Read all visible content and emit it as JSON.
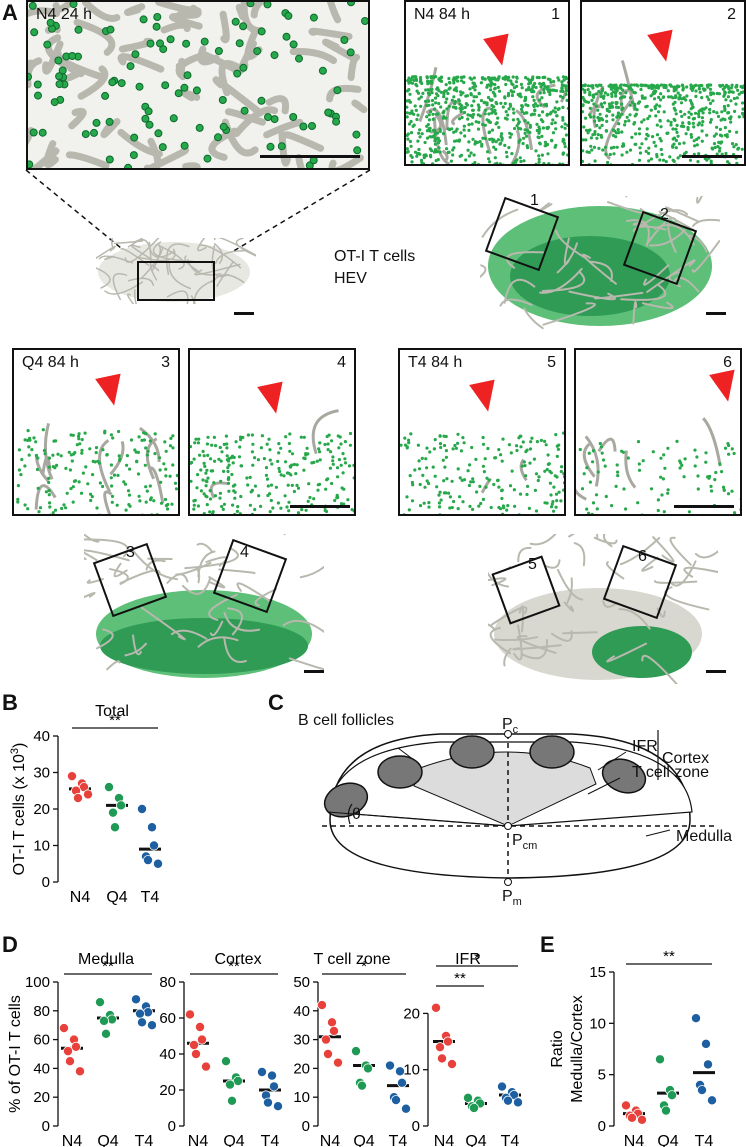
{
  "panels": {
    "A": "A",
    "B": "B",
    "C": "C",
    "D": "D",
    "E": "E"
  },
  "panelA": {
    "n4_24h": "N4 24 h",
    "n4_84h": "N4 84 h",
    "q4_84h": "Q4 84 h",
    "t4_84h": "T4 84 h",
    "legend_ot1": "OT-I T cells",
    "legend_hev": "HEV",
    "legend_ot1_color": "#27a84a",
    "legend_hev_color": "#a8a89e",
    "arrow_color": "#ee2222",
    "nums": [
      "1",
      "2",
      "3",
      "4",
      "5",
      "6"
    ]
  },
  "panelC": {
    "b_cell_follicles": "B cell follicles",
    "pc_main": "P",
    "pc_sub": "c",
    "pcm_main": "P",
    "pcm_sub": "cm",
    "pm_main": "P",
    "pm_sub": "m",
    "theta": "θ",
    "ifr": "IFR",
    "t_cell_zone": "T cell zone",
    "cortex": "Cortex",
    "medulla": "Medulla"
  },
  "colors": {
    "N4": "#e8413c",
    "Q4": "#1f9a55",
    "T4": "#1d5fa0"
  },
  "chart_data": [
    {
      "panel": "B",
      "type": "scatter",
      "title": "Total",
      "ylabel_main": "OT-I T cells (x 10",
      "ylabel_sup": "3",
      "ylabel_end": ")",
      "categories": [
        "N4",
        "Q4",
        "T4"
      ],
      "ylim": [
        0,
        40
      ],
      "yticks": [
        "0",
        "10",
        "20",
        "30",
        "40"
      ],
      "series": [
        {
          "name": "N4",
          "values": [
            29,
            27,
            26,
            25,
            23,
            24
          ],
          "mean": 25.5
        },
        {
          "name": "Q4",
          "values": [
            26,
            23,
            21,
            19,
            15
          ],
          "mean": 21
        },
        {
          "name": "T4",
          "values": [
            20,
            15,
            10,
            7,
            6,
            5
          ],
          "mean": 9
        }
      ],
      "significance": [
        {
          "from": "N4",
          "to": "T4",
          "label": "**"
        }
      ]
    },
    {
      "panel": "D",
      "type": "scatter",
      "title": "Medulla",
      "ylabel": "% of OT-I T cells",
      "categories": [
        "N4",
        "Q4",
        "T4"
      ],
      "ylim": [
        0,
        100
      ],
      "yticks": [
        "0",
        "20",
        "40",
        "60",
        "80",
        "100"
      ],
      "series": [
        {
          "name": "N4",
          "values": [
            68,
            60,
            55,
            52,
            45,
            38
          ],
          "mean": 54
        },
        {
          "name": "Q4",
          "values": [
            86,
            77,
            74,
            73,
            64
          ],
          "mean": 75
        },
        {
          "name": "T4",
          "values": [
            88,
            83,
            79,
            78,
            72,
            70
          ],
          "mean": 80
        }
      ],
      "significance": [
        {
          "from": "N4",
          "to": "T4",
          "label": "**"
        }
      ]
    },
    {
      "panel": "D",
      "type": "scatter",
      "title": "Cortex",
      "categories": [
        "N4",
        "Q4",
        "T4"
      ],
      "ylim": [
        0,
        80
      ],
      "yticks": [
        "0",
        "20",
        "40",
        "60",
        "80"
      ],
      "series": [
        {
          "name": "N4",
          "values": [
            62,
            55,
            48,
            45,
            40,
            33
          ],
          "mean": 46
        },
        {
          "name": "Q4",
          "values": [
            36,
            27,
            25,
            23,
            14
          ],
          "mean": 25
        },
        {
          "name": "T4",
          "values": [
            30,
            28,
            22,
            17,
            13,
            11
          ],
          "mean": 20
        }
      ],
      "significance": [
        {
          "from": "N4",
          "to": "T4",
          "label": "**"
        }
      ]
    },
    {
      "panel": "D",
      "type": "scatter",
      "title": "T cell zone",
      "categories": [
        "N4",
        "Q4",
        "T4"
      ],
      "ylim": [
        0,
        50
      ],
      "yticks": [
        "0",
        "10",
        "20",
        "30",
        "40",
        "50"
      ],
      "series": [
        {
          "name": "N4",
          "values": [
            42,
            36,
            33,
            30,
            25,
            22
          ],
          "mean": 31
        },
        {
          "name": "Q4",
          "values": [
            26,
            21,
            20,
            15,
            14
          ],
          "mean": 21
        },
        {
          "name": "T4",
          "values": [
            21,
            19,
            15,
            10,
            9,
            6
          ],
          "mean": 14
        }
      ],
      "significance": [
        {
          "from": "N4",
          "to": "T4",
          "label": "*"
        }
      ]
    },
    {
      "panel": "D",
      "type": "scatter",
      "title": "IFR",
      "categories": [
        "N4",
        "Q4",
        "T4"
      ],
      "ylim": [
        0,
        27
      ],
      "yticks": [
        "0",
        "10",
        "20"
      ],
      "series": [
        {
          "name": "N4",
          "values": [
            21,
            16,
            15,
            14,
            12,
            11
          ],
          "mean": 15
        },
        {
          "name": "Q4",
          "values": [
            5,
            4.5,
            4,
            3.5,
            3.2
          ],
          "mean": 4
        },
        {
          "name": "T4",
          "values": [
            7,
            6,
            5.5,
            5,
            4.5,
            4.2
          ],
          "mean": 5.5
        }
      ],
      "significance": [
        {
          "from": "N4",
          "to": "T4",
          "label": "*"
        },
        {
          "from": "N4",
          "to": "Q4",
          "label": "**"
        }
      ]
    },
    {
      "panel": "E",
      "type": "scatter",
      "ylabel": "Ratio\nMedulla/Cortex",
      "categories": [
        "N4",
        "Q4",
        "T4"
      ],
      "ylim": [
        0,
        15
      ],
      "yticks": [
        "0",
        "5",
        "10",
        "15"
      ],
      "series": [
        {
          "name": "N4",
          "values": [
            2,
            1.5,
            1.2,
            1.0,
            0.8,
            0.6
          ],
          "mean": 1.2
        },
        {
          "name": "Q4",
          "values": [
            6.5,
            3.5,
            3,
            2,
            1.5
          ],
          "mean": 3.2
        },
        {
          "name": "T4",
          "values": [
            10.5,
            8,
            6,
            4,
            3.5,
            2.5
          ],
          "mean": 5.2
        }
      ],
      "significance": [
        {
          "from": "N4",
          "to": "T4",
          "label": "**"
        }
      ]
    }
  ]
}
